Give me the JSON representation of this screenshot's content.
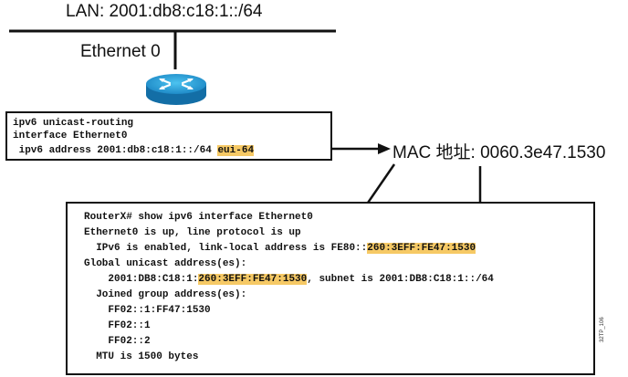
{
  "lan_label": "LAN: 2001:db8:c18:1::/64",
  "interface_label": "Ethernet 0",
  "mac": {
    "prefix": "MAC ",
    "cjk": "地址",
    "suffix": ":  0060.3e47.1530"
  },
  "config": {
    "line1": "ipv6 unicast-routing",
    "line2": "interface Ethernet0",
    "line3_pre": " ipv6 address 2001:db8:c18:1::/64 ",
    "line3_hl": "eui-64"
  },
  "show_output": {
    "line1": "RouterX# show ipv6 interface Ethernet0",
    "line2": "Ethernet0 is up, line protocol is up",
    "line3_pre": "  IPv6 is enabled, link-local address is FE80::",
    "line3_hl": "260:3EFF:FE47:1530",
    "line4": "Global unicast address(es):",
    "line5_pre": "    2001:DB8:C18:1:",
    "line5_hl": "260:3EFF:FE47:1530",
    "line5_post": ", subnet is 2001:DB8:C18:1::/64",
    "line6": "  Joined group address(es):",
    "line7": "    FF02::1:FF47:1530",
    "line8": "    FF02::1",
    "line9": "    FF02::2",
    "line10": "  MTU is 1500 bytes"
  },
  "figure_code": "32TP_106",
  "colors": {
    "highlight": "#f6c965",
    "router": "#2a9fd6"
  }
}
